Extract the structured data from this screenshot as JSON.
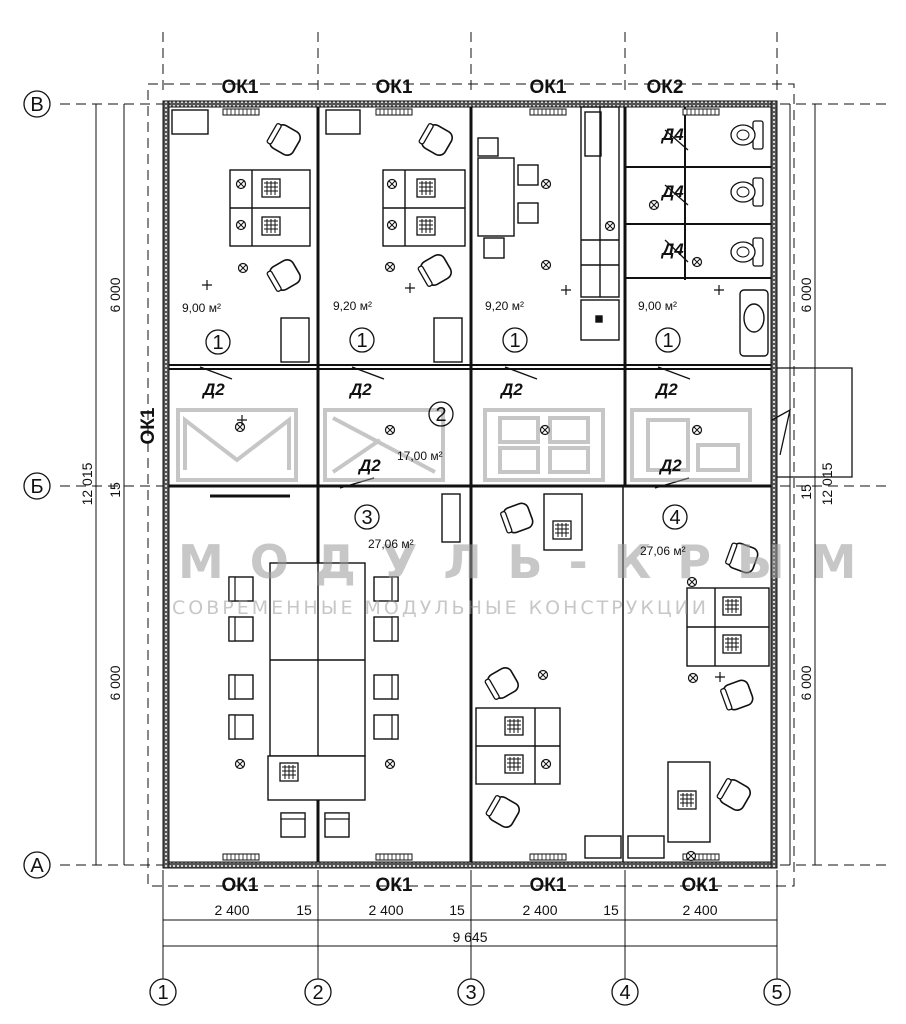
{
  "colors": {
    "line": "#111111",
    "watermark": "#9a9a9a",
    "background": "#ffffff"
  },
  "watermark": {
    "title": "МОДУЛЬ-КРЫМ",
    "subtitle": "СОВРЕМЕННЫЕ МОДУЛЬНЫЕ КОНСТРУКЦИИ"
  },
  "windows": {
    "top": [
      "ОК1",
      "ОК1",
      "ОК1",
      "ОК2"
    ],
    "bottom": [
      "ОК1",
      "ОК1",
      "ОК1",
      "ОК1"
    ],
    "side": "ОК1"
  },
  "rooms": [
    {
      "area": "9,00 м²",
      "number": "1"
    },
    {
      "area": "9,20 м²",
      "number": "1"
    },
    {
      "area": "9,20 м²",
      "number": "1"
    },
    {
      "area": "9,00 м²",
      "number": "1"
    },
    {
      "area": "17,00 м²",
      "number": "2"
    },
    {
      "area": "27,06 м²",
      "number": "3"
    },
    {
      "area": "27,06 м²",
      "number": "4"
    }
  ],
  "doors": {
    "corridor": [
      "Д2",
      "Д2",
      "Д2",
      "Д2"
    ],
    "lower": [
      "Д2",
      "Д2"
    ],
    "wc": [
      "Д4",
      "Д4",
      "Д4"
    ]
  },
  "dimensions": {
    "bays": [
      "2 400",
      "2 400",
      "2 400",
      "2 400"
    ],
    "gaps": [
      "15",
      "15",
      "15"
    ],
    "total": "9 645",
    "left_top": "6 000",
    "left_mid": "15",
    "left_bottom": "6 000",
    "left_total": "12 015",
    "right_top": "6 000",
    "right_mid": "15",
    "right_bottom": "6 000",
    "right_total": "12 015"
  },
  "axes": {
    "columns": [
      "1",
      "2",
      "3",
      "4",
      "5"
    ],
    "rows": [
      "В",
      "Б",
      "А"
    ]
  }
}
